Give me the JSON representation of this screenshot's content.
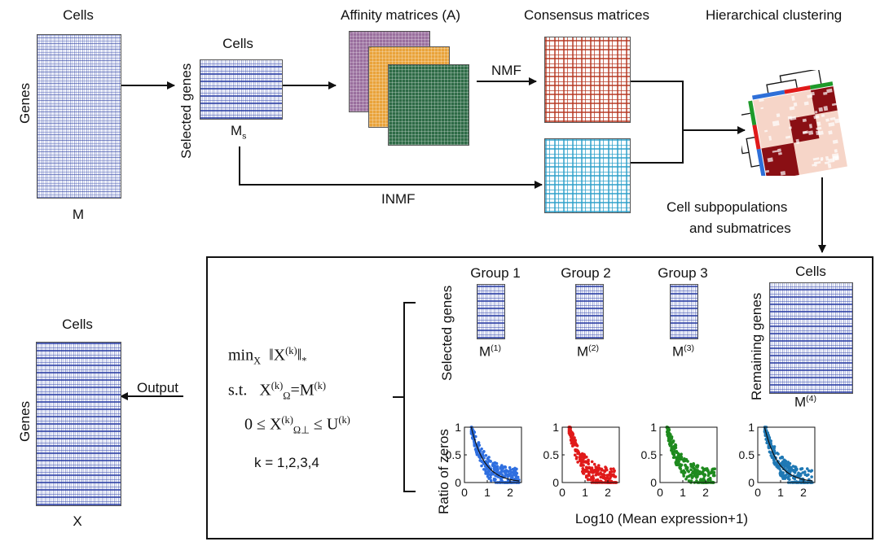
{
  "labels": {
    "cells_top": "Cells",
    "genes_left": "Genes",
    "m": "M",
    "cells_selected": "Cells",
    "selected_genes": "Selected genes",
    "ms_base": "M",
    "ms_sub": "s",
    "affinity": "Affinity matrices (A)",
    "consensus": "Consensus matrices",
    "hierarchical": "Hierarchical clustering",
    "nmf": "NMF",
    "inmf": "INMF",
    "subpop_line1": "Cell subpopulations",
    "subpop_line2": "and submatrices",
    "output": "Output",
    "cells_x": "Cells",
    "genes_x": "Genes",
    "x": "X",
    "group1": "Group 1",
    "group2": "Group 2",
    "group3": "Group 3",
    "cells_remaining": "Cells",
    "remaining_genes": "Remaining genes",
    "selected_genes_box": "Selected genes",
    "m_base": "M",
    "m1_sup": "(1)",
    "m2_sup": "(2)",
    "m3_sup": "(3)",
    "m4_sup": "(4)",
    "ratio_zeros": "Ratio of zeros",
    "log_axis": "Log10 (Mean expression+1)"
  },
  "formula": {
    "min": "min",
    "min_sub": "X",
    "norm_var": "X",
    "norm_sup": "(k)",
    "norm_sub": "*",
    "st": "s.t.",
    "c1_lhs": "X",
    "c1_sup": "(k)",
    "c1_sub": "Ω",
    "c1_rhs": "=M",
    "c1_rhs_sup": "(k)",
    "c2_zero": "0 ≤ X",
    "c2_sup": "(k)",
    "c2_sub": "Ω⊥",
    "c2_le": " ≤ U",
    "c2_u_sup": "(k)",
    "k": "k = 1,2,3,4"
  },
  "chart_data": [
    {
      "type": "scatter",
      "color": "#2f6fe0",
      "xlim": [
        0,
        2.5
      ],
      "ylim": [
        0,
        1
      ],
      "xticks": [
        "0",
        "1",
        "2"
      ],
      "yticks": [
        "0",
        "0.5",
        "1"
      ],
      "fit": true
    },
    {
      "type": "scatter",
      "color": "#e01a1a",
      "xlim": [
        0,
        2.5
      ],
      "ylim": [
        0,
        1
      ],
      "xticks": [
        "0",
        "1",
        "2"
      ],
      "yticks": [
        "0",
        "0.5",
        "1"
      ],
      "fit": false
    },
    {
      "type": "scatter",
      "color": "#1e8a1e",
      "xlim": [
        0,
        2.5
      ],
      "ylim": [
        0,
        1
      ],
      "xticks": [
        "0",
        "1",
        "2"
      ],
      "yticks": [
        "0",
        "0.5",
        "1"
      ],
      "fit": false
    },
    {
      "type": "scatter",
      "color": "#1f78b4",
      "xlim": [
        0,
        2.5
      ],
      "ylim": [
        0,
        1
      ],
      "xticks": [
        "0",
        "1",
        "2"
      ],
      "yticks": [
        "0",
        "0.5",
        "1"
      ],
      "fit": true
    }
  ],
  "colors": {
    "affinity": [
      "#9a6f9e",
      "#e9a33a",
      "#2e6b46"
    ],
    "consensus_nmf": "#b5351f",
    "consensus_inmf": "#2b9fc9",
    "heatmap_dark": "#8a0f14",
    "heatmap_light": "#f6d5c8",
    "dendro_bars": [
      "#2e6fd8",
      "#e01a1a",
      "#1e9a2a"
    ]
  }
}
